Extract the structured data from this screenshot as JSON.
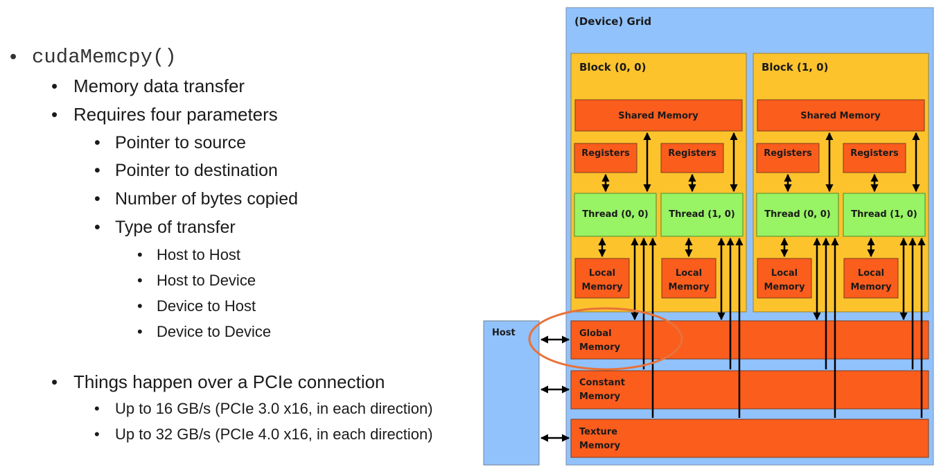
{
  "left": {
    "func": "cudaMemcpy()",
    "items": [
      "Memory data transfer",
      "Requires four parameters"
    ],
    "params": [
      "Pointer to source",
      "Pointer to destination",
      "Number of bytes copied",
      "Type of transfer"
    ],
    "types": [
      "Host to Host",
      "Host to Device",
      "Device to Host",
      "Device to Device"
    ],
    "pcie": "Things happen over a PCIe connection",
    "pcie_sub": [
      "Up to 16 GB/s (PCIe 3.0 x16, in each direction)",
      "Up to 32 GB/s (PCIe 4.0 x16, in each direction)"
    ]
  },
  "diagram": {
    "grid_label": "(Device) Grid",
    "block0_label": "Block (0, 0)",
    "block1_label": "Block (1, 0)",
    "shared_memory": "Shared Memory",
    "registers": "Registers",
    "thread00": "Thread (0, 0)",
    "thread10": "Thread (1, 0)",
    "local": "Local",
    "memory": "Memory",
    "host": "Host",
    "global": "Global",
    "constant": "Constant",
    "texture": "Texture",
    "colors": {
      "grid": "#91c2fc",
      "block": "#fcc32d",
      "memory": "#fb5d1d",
      "thread": "#98f365",
      "highlight": "#e8723a"
    }
  }
}
